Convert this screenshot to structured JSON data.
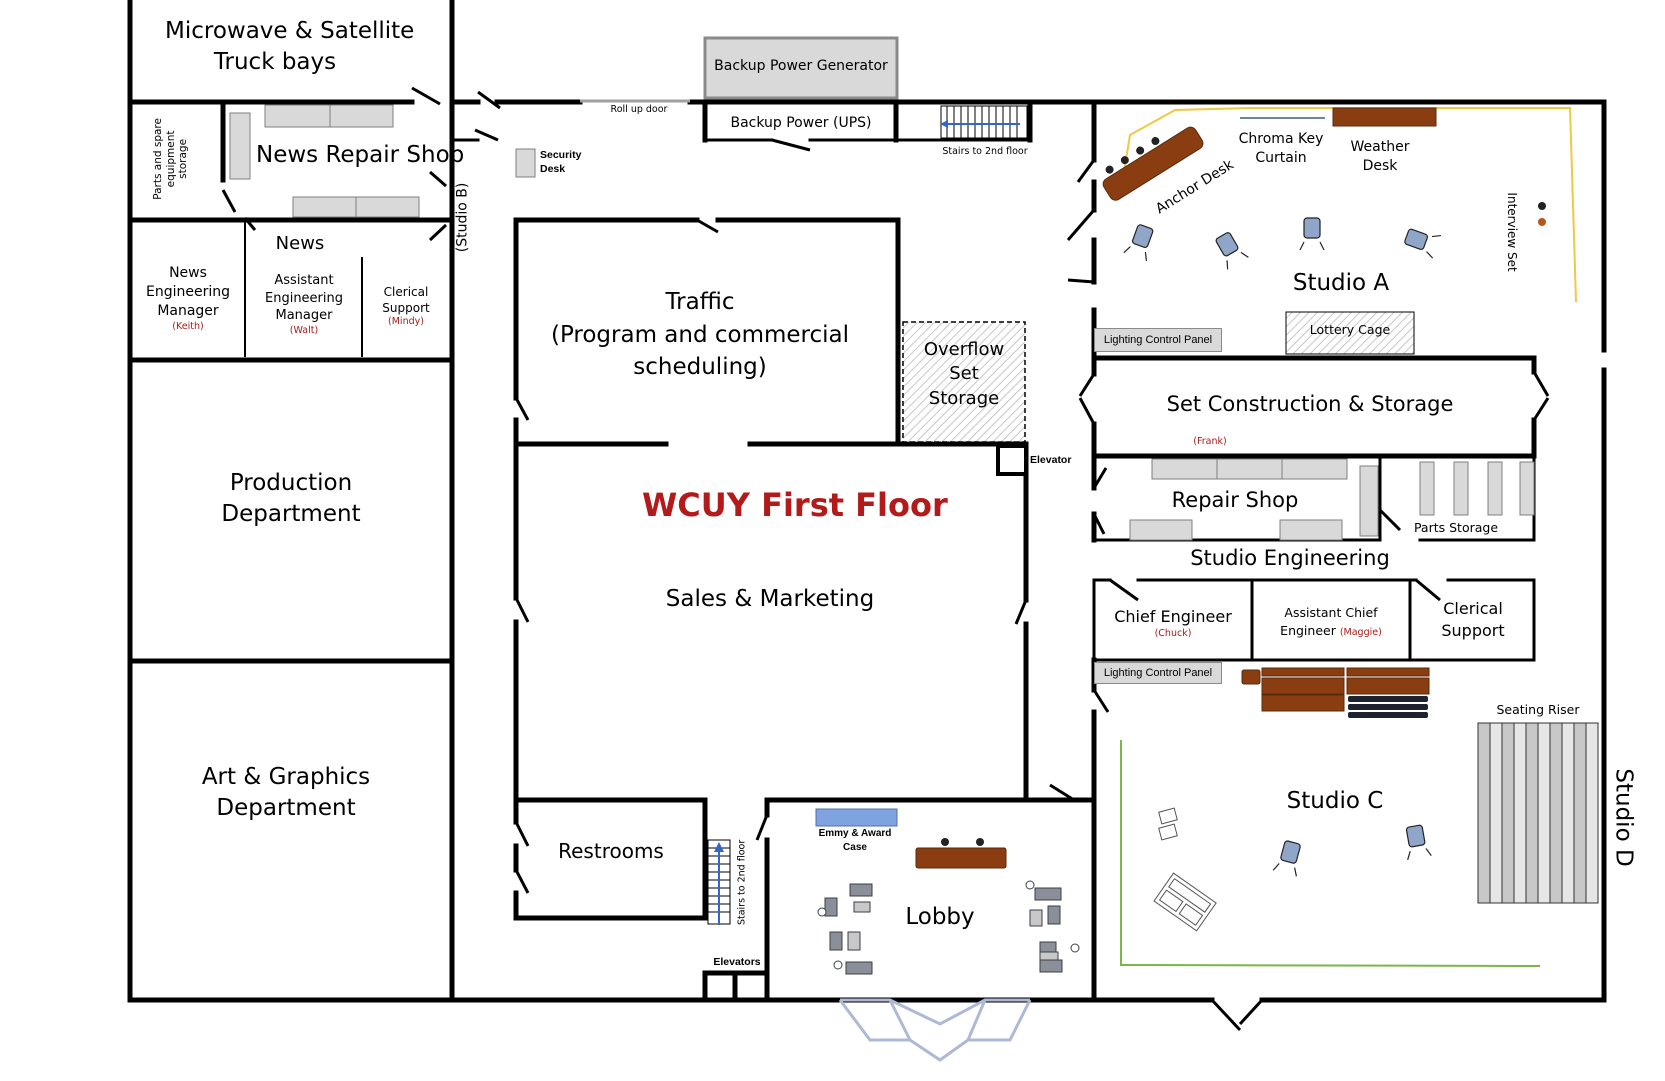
{
  "title": "WCUY First Floor",
  "colors": {
    "title": "#b31b1b",
    "person": "#a61c1c",
    "wall": "#000000",
    "furniture": "#8b3d12",
    "equipment": "#d9d9d9",
    "green_line": "#7ab648",
    "yellow_line": "#f2c744",
    "glass": "#aeb9d6"
  },
  "rooms": {
    "microwave": [
      "Microwave & Satellite",
      "Truck bays"
    ],
    "parts_spare": [
      "Parts and spare",
      "equipment",
      "storage"
    ],
    "news_repair": "News Repair Shop",
    "news": "News",
    "news_eng_manager": {
      "name": [
        "News",
        "Engineering",
        "Manager"
      ],
      "person": "(Keith)"
    },
    "asst_eng_manager": {
      "name": [
        "Assistant",
        "Engineering",
        "Manager"
      ],
      "person": "(Walt)"
    },
    "clerical_news": {
      "name": [
        "Clerical",
        "Support"
      ],
      "person": "(Mindy)"
    },
    "studio_b": "(Studio B)",
    "production": [
      "Production",
      "Department"
    ],
    "art_graphics": [
      "Art & Graphics",
      "Department"
    ],
    "security_desk": [
      "Security",
      "Desk"
    ],
    "roll_up_door": "Roll up door",
    "backup_generator": "Backup Power Generator",
    "backup_ups": "Backup Power (UPS)",
    "stairs_top": "Stairs to 2nd floor",
    "traffic": [
      "Traffic",
      "(Program and commercial",
      "scheduling)"
    ],
    "overflow": [
      "Overflow",
      "Set",
      "Storage"
    ],
    "elevator": "Elevator",
    "sales": "Sales & Marketing",
    "restrooms": "Restrooms",
    "stairs_bottom": "Stairs to 2nd floor",
    "elevators": "Elevators",
    "emmy": [
      "Emmy & Award",
      "Case"
    ],
    "lobby": "Lobby",
    "chroma_key": [
      "Chroma Key",
      "Curtain"
    ],
    "weather_desk": [
      "Weather",
      "Desk"
    ],
    "anchor_desk": "Anchor Desk",
    "interview_set": "Interview Set",
    "studio_a": "Studio A",
    "lighting_panel_a": "Lighting Control Panel",
    "lottery_cage": "Lottery Cage",
    "set_construction": "Set Construction & Storage",
    "set_construction_person": "(Frank)",
    "repair_shop": "Repair Shop",
    "parts_storage": "Parts Storage",
    "studio_engineering": "Studio Engineering",
    "chief_engineer": {
      "name": "Chief Engineer",
      "person": "(Chuck)"
    },
    "asst_chief": {
      "name": [
        "Assistant Chief",
        "Engineer"
      ],
      "person": "(Maggie)"
    },
    "clerical_studio": [
      "Clerical",
      "Support"
    ],
    "lighting_panel_c": "Lighting Control Panel",
    "seating_riser": "Seating Riser",
    "studio_c": "Studio C",
    "studio_d": "Studio D"
  }
}
